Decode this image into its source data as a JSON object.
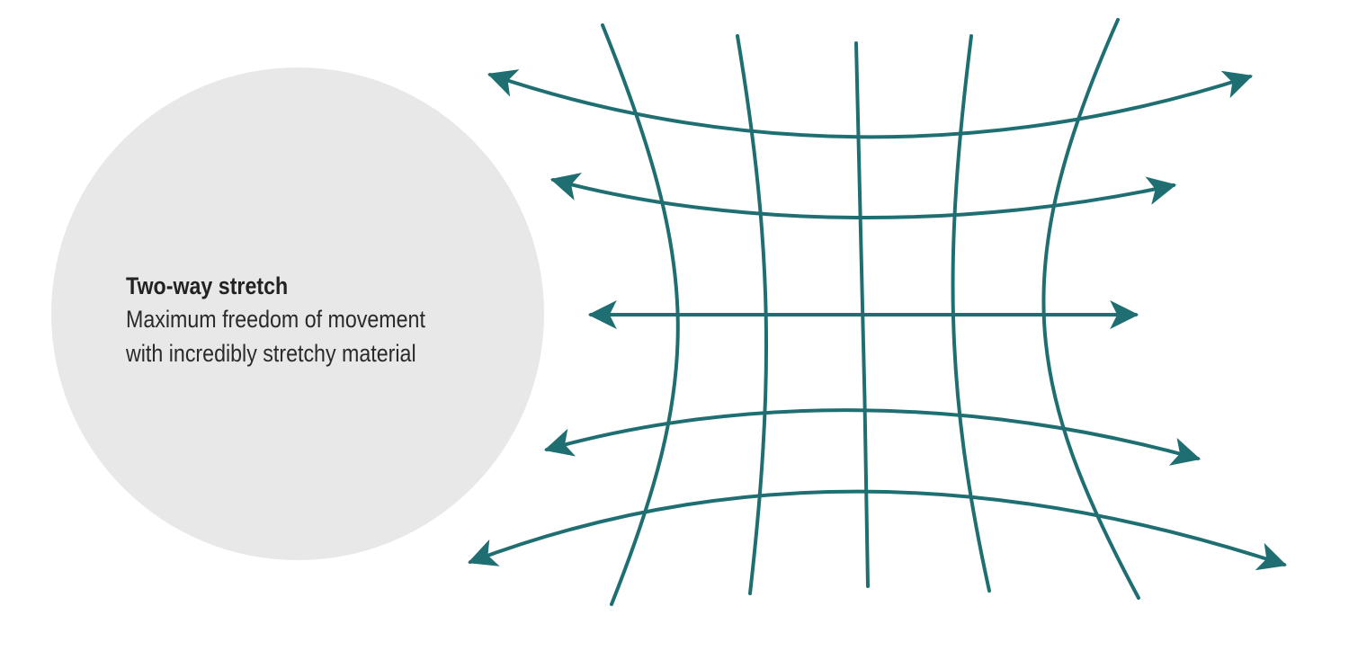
{
  "caption": {
    "title": "Two-way stretch",
    "line1": "Maximum freedom of movement",
    "line2": "with incredibly stretchy material"
  },
  "colors": {
    "accent": "#1f6f72",
    "circle": "#e8e8e8",
    "text": "#222222"
  },
  "icons": [
    "stretch-grid-icon",
    "double-arrow-icon"
  ]
}
